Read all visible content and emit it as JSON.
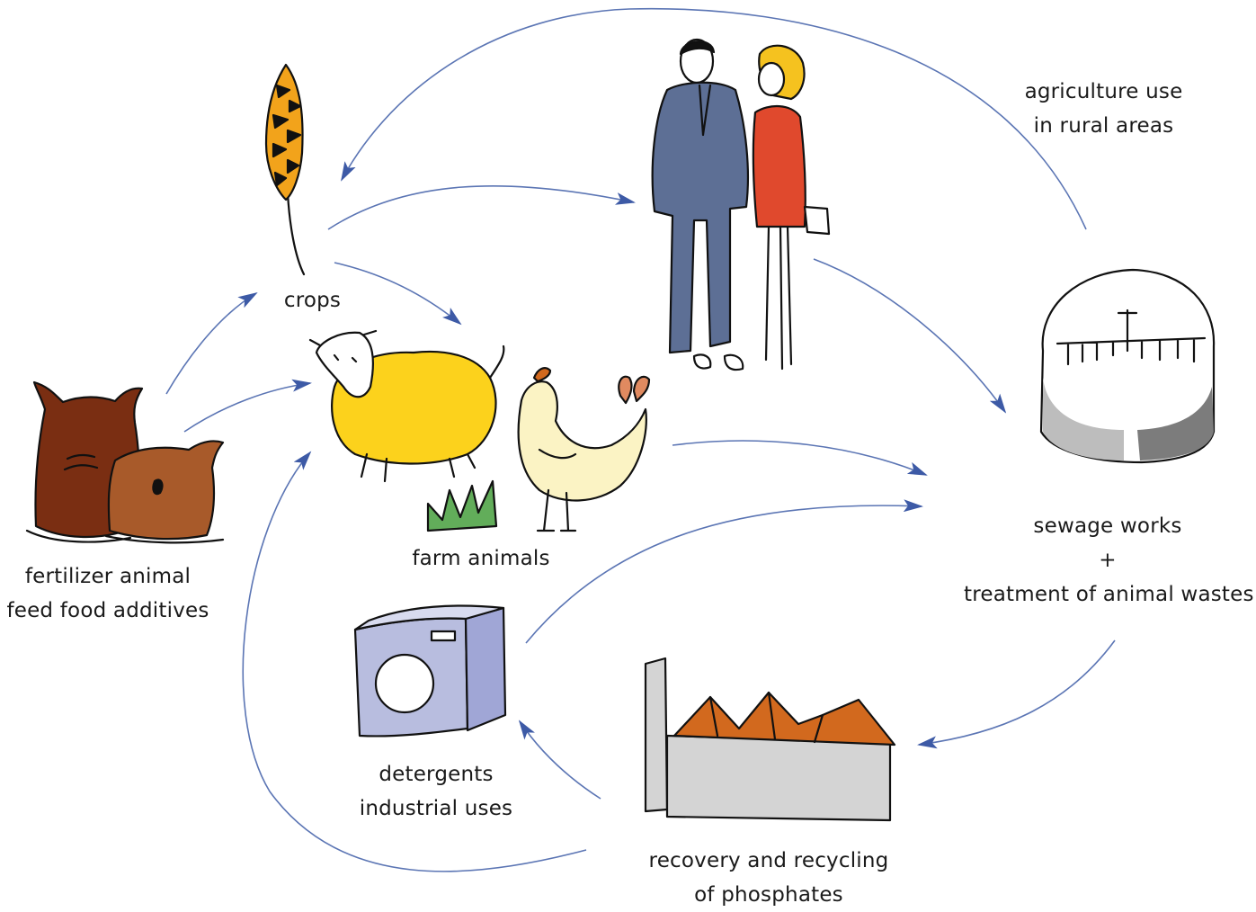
{
  "labels": {
    "crops": "crops",
    "farm_animals": "farm animals",
    "fertilizer_line1": "fertilizer animal",
    "fertilizer_line2": "feed food additives",
    "agriculture_line1": "agriculture use",
    "agriculture_line2": "in rural areas",
    "sewage_line1": "sewage works",
    "sewage_line2": "+",
    "sewage_line3": "treatment of animal wastes",
    "detergents_line1": "detergents",
    "detergents_line2": "industrial uses",
    "recovery_line1": "recovery and recycling",
    "recovery_line2": "of phosphates"
  },
  "icons": {
    "fertilizer": "fertilizer-sacks-icon",
    "crops": "wheat-icon",
    "people": "people-icon",
    "animals": "farm-animals-icon",
    "sewage": "sewage-tank-icon",
    "detergents": "washing-machine-icon",
    "factory": "factory-icon"
  },
  "colors": {
    "arrow": "#5b75b4",
    "sack_dark": "#7a2e12",
    "sack_light": "#a85a2a",
    "wheat": "#f2a31b",
    "suit": "#5d6f95",
    "dress": "#e0492d",
    "sheep_wool": "#fcd21c",
    "grass": "#62ad5a",
    "chicken": "#fbf3c4",
    "chicken_tail": "#e08a60",
    "washer": "#b8bddf",
    "factory_roof": "#d2691e",
    "factory_wall": "#d4d4d4",
    "tank_gray": "#a9a9a9"
  }
}
